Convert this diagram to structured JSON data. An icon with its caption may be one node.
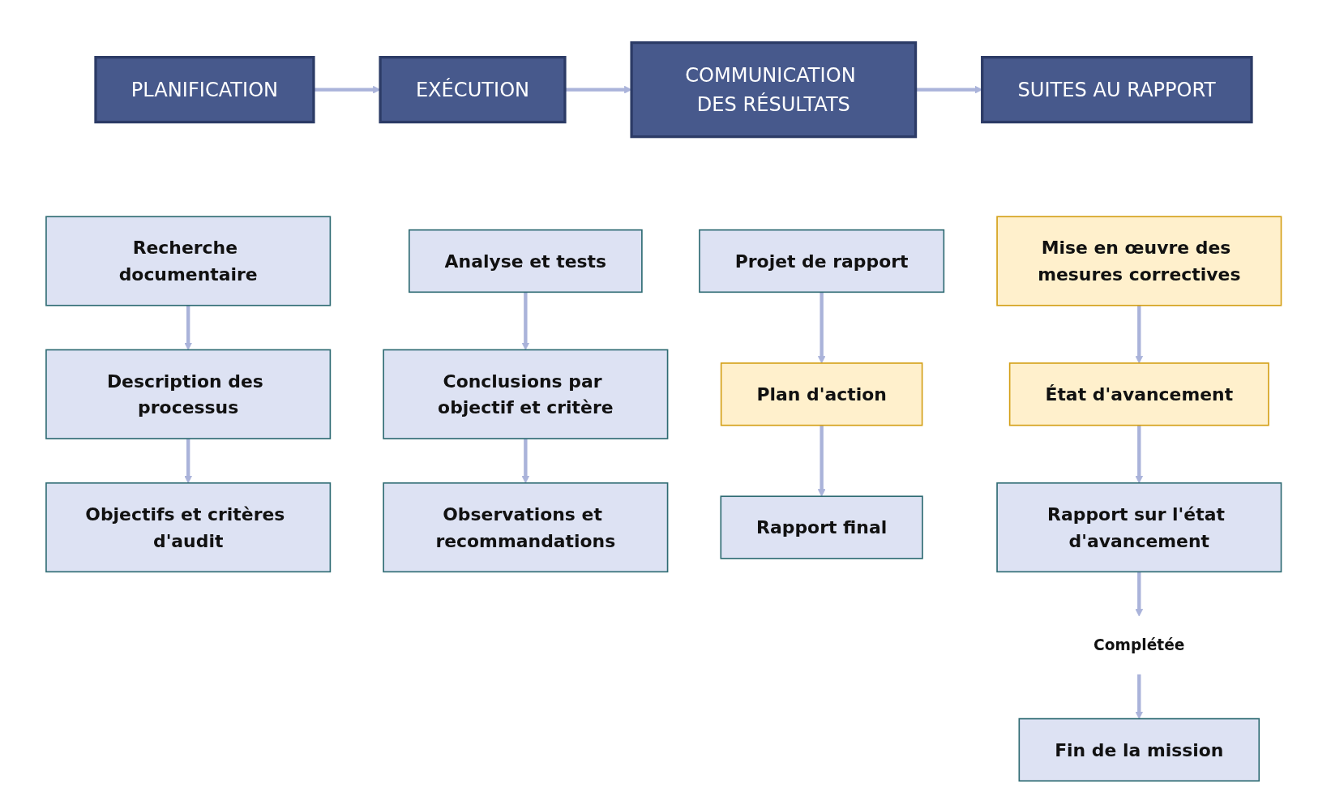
{
  "diagram": {
    "nodes": [
      {
        "text": [
          "PLANIFICATION"
        ]
      },
      {
        "text": [
          "EXÉCUTION"
        ]
      },
      {
        "text": [
          "COMMUNICATION DES RÉSULTATS"
        ]
      },
      {
        "text": [
          "SUITES AU RAPPORT"
        ]
      },
      {
        "text": [
          "Recherche documentaire"
        ]
      },
      {
        "text": [
          "Description des processus"
        ]
      },
      {
        "text": [
          "Objectifs et critères d'audit"
        ]
      },
      {
        "text": [
          "Analyse et tests"
        ]
      },
      {
        "text": [
          "Conclusions par objectif et critère"
        ]
      },
      {
        "text": [
          "Observations et recommandations"
        ]
      },
      {
        "text": [
          "Projet de rapport"
        ]
      },
      {
        "text": [
          "Plan d'action"
        ]
      },
      {
        "text": [
          "Rapport final"
        ]
      },
      {
        "text": [
          "Mise en œuvre des mesures correctives"
        ]
      },
      {
        "text": [
          "État d'avancement"
        ]
      },
      {
        "text": [
          "Rapport sur l'état d'avancement"
        ]
      },
      {
        "text": [
          "Complétée"
        ]
      },
      {
        "text": [
          "Fin de la mission"
        ]
      }
    ],
    "edges": [
      {
        "from": 0,
        "to": 1,
        "arrow": "to"
      },
      {
        "from": 1,
        "to": 2,
        "arrow": "to"
      },
      {
        "from": 2,
        "to": 3,
        "arrow": "to"
      },
      {
        "from": 4,
        "to": 5,
        "arrow": "to"
      },
      {
        "from": 5,
        "to": 6,
        "arrow": "to"
      },
      {
        "from": 7,
        "to": 8,
        "arrow": "to"
      },
      {
        "from": 8,
        "to": 9,
        "arrow": "to"
      },
      {
        "from": 10,
        "to": 11,
        "arrow": "to"
      },
      {
        "from": 11,
        "to": 12,
        "arrow": "to"
      },
      {
        "from": 13,
        "to": 14,
        "arrow": "to"
      },
      {
        "from": 14,
        "to": 15,
        "arrow": "to"
      },
      {
        "from": 15,
        "to": 16,
        "arrow": "to"
      },
      {
        "from": 16,
        "to": 17,
        "arrow": "to"
      }
    ]
  }
}
